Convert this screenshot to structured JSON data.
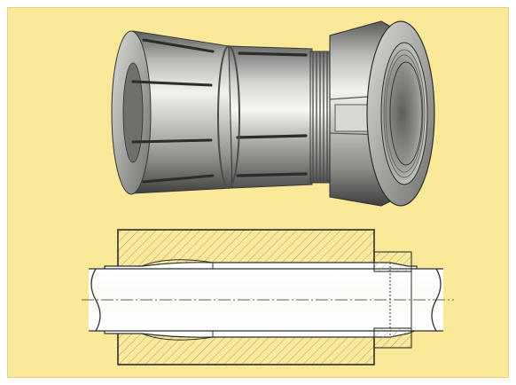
{
  "figure": {
    "subject": "collet-chuck",
    "panels": [
      "product-photo-illustration",
      "sectional-drawing"
    ]
  },
  "colors": {
    "background_panel": "#fbe99a",
    "page": "#ffffff",
    "metal_light": "#e9e9e6",
    "metal_mid": "#a9aaa7",
    "metal_dark": "#4a4b48",
    "line": "#3a3a3a",
    "hatch": "#7a7a6a"
  },
  "text": {}
}
